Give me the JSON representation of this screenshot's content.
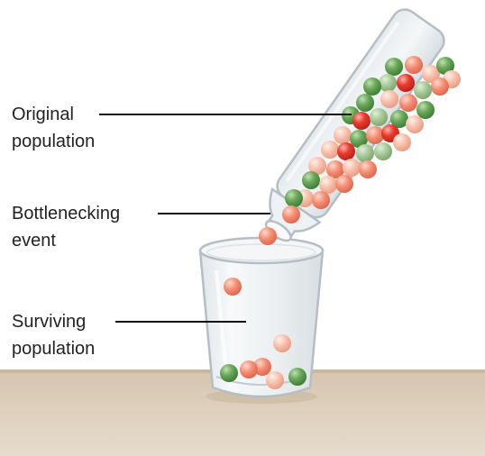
{
  "labels": {
    "original": [
      "Original",
      "population"
    ],
    "bottleneck": [
      "Bottlenecking",
      "event"
    ],
    "surviving": [
      "Surviving",
      "population"
    ]
  },
  "colors": {
    "table_top": "#d8c8b4",
    "table_front": "#cdbba6",
    "glass_outline": "#b9c2c7",
    "glass_fill": "#eef2f4",
    "green_allele": "#5a9a4a",
    "light_green_allele": "#9cbf8e",
    "red_allele": "#e8322a",
    "salmon_allele": "#f4836a",
    "light_salmon_allele": "#f7b59e",
    "leader_line": "#111111"
  }
}
